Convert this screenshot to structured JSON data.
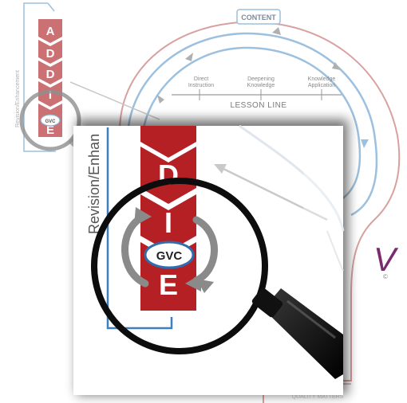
{
  "background": {
    "content_label": "CONTENT",
    "lesson_line_label": "LESSON LINE",
    "lesson_ticks": [
      {
        "line1": "Direct",
        "line2": "Instruction"
      },
      {
        "line1": "Deepening",
        "line2": "Knowledge"
      },
      {
        "line1": "Knowledge",
        "line2": "Application"
      }
    ],
    "revision_label": "Revision/Enhancement",
    "addie_letters": [
      "A",
      "D",
      "D",
      "I",
      "E"
    ],
    "gvc_label": "GVC",
    "copyright_symbol": "©",
    "bottom_label": "QUALITY MATTERS"
  },
  "zoom": {
    "revision_label": "Revision/Enhan",
    "letters": [
      "D",
      "I",
      "E"
    ],
    "gvc_label": "GVC"
  },
  "colors": {
    "maroon": "#b52025",
    "outline_red": "#d9a0a0",
    "cycle_blue": "#9cc0de",
    "frame_blue": "#3f7fc0",
    "gvc_blue": "#2f6db0",
    "logo_purple": "#7a2a6e"
  }
}
